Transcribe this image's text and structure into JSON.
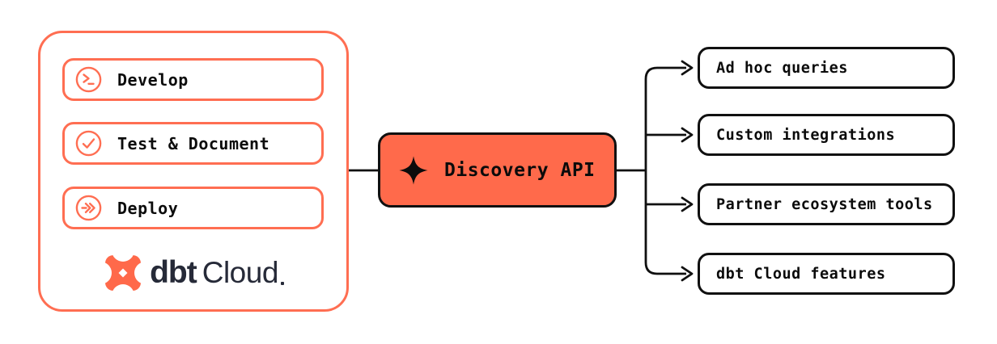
{
  "diagram": {
    "colors": {
      "accent_coral": "#FF6A4B",
      "panel_stroke": "#FF6E52",
      "line_black": "#101010",
      "text_black": "#0b0b0b",
      "brand_navy": "#262A38",
      "background": "#ffffff"
    },
    "left_panel": {
      "name": "dbt Cloud",
      "items": [
        {
          "label": "Develop",
          "icon": "terminal-prompt-icon"
        },
        {
          "label": "Test & Document",
          "icon": "check-circle-icon"
        },
        {
          "label": "Deploy",
          "icon": "double-chevron-arrow-icon"
        }
      ],
      "logo": {
        "brand_bold": "dbt",
        "brand_regular": "Cloud",
        "trademark_dot": "."
      }
    },
    "center_node": {
      "label": "Discovery API",
      "icon": "sparkle-icon"
    },
    "right_outputs": [
      {
        "label": "Ad hoc queries"
      },
      {
        "label": "Custom integrations"
      },
      {
        "label": "Partner ecosystem tools"
      },
      {
        "label": "dbt Cloud features"
      }
    ]
  }
}
